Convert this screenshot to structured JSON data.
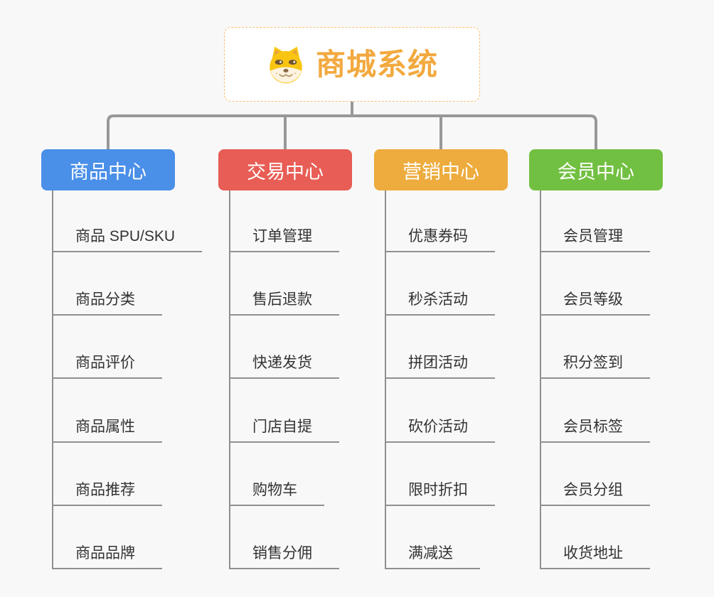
{
  "root": {
    "title": "商城系统",
    "icon": "dog-face-icon"
  },
  "branches": [
    {
      "label": "商品中心",
      "color": "#4a8fe8",
      "children": [
        "商品 SPU/SKU",
        "商品分类",
        "商品评价",
        "商品属性",
        "商品推荐",
        "商品品牌"
      ]
    },
    {
      "label": "交易中心",
      "color": "#e85d55",
      "children": [
        "订单管理",
        "售后退款",
        "快递发货",
        "门店自提",
        "购物车",
        "销售分佣"
      ]
    },
    {
      "label": "营销中心",
      "color": "#edac3d",
      "children": [
        "优惠券码",
        "秒杀活动",
        "拼团活动",
        "砍价活动",
        "限时折扣",
        "满减送"
      ]
    },
    {
      "label": "会员中心",
      "color": "#72c041",
      "children": [
        "会员管理",
        "会员等级",
        "积分签到",
        "会员标签",
        "会员分组",
        "收货地址"
      ]
    }
  ],
  "colors": {
    "root_accent": "#f2a93f",
    "root_border": "#f5c172",
    "connector": "#989898",
    "branch_line": "#8f8f8f",
    "child_text": "#333333",
    "background": "#f8f8f8"
  }
}
